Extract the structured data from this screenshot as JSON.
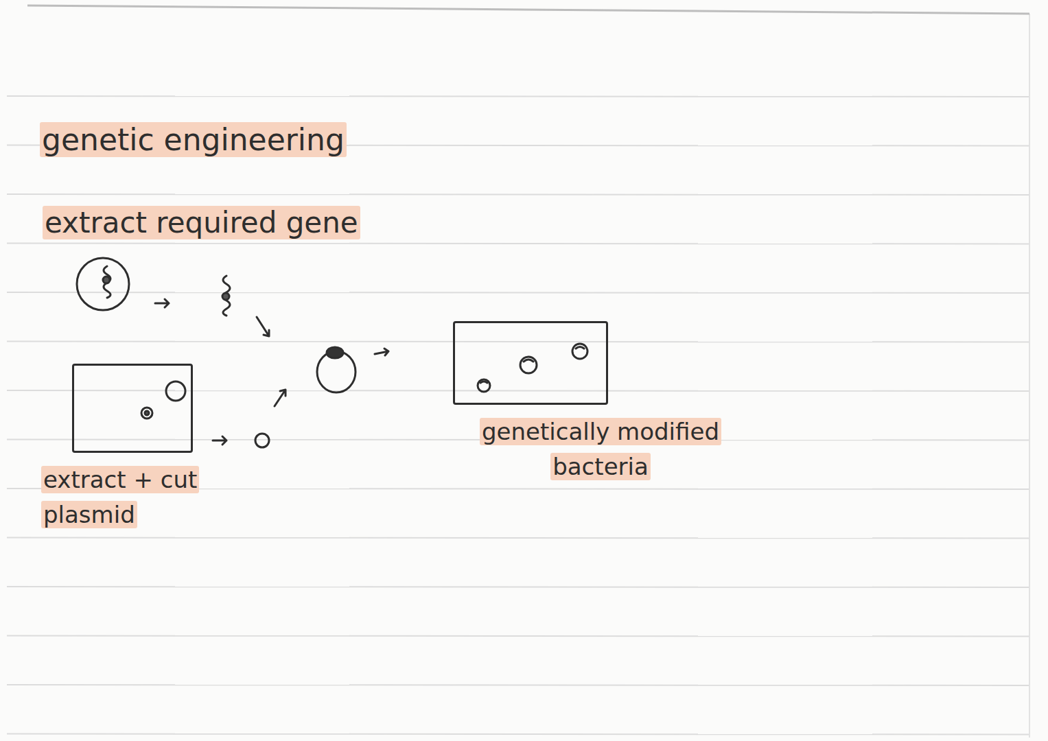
{
  "diagram": {
    "title": "genetic engineering",
    "nodes": [
      {
        "text": [
          "extract + cut plasmid"
        ]
      },
      {
        "text": [
          "genetically modified bacteria"
        ]
      }
    ],
    "labels": [
      "extract required gene"
    ]
  }
}
